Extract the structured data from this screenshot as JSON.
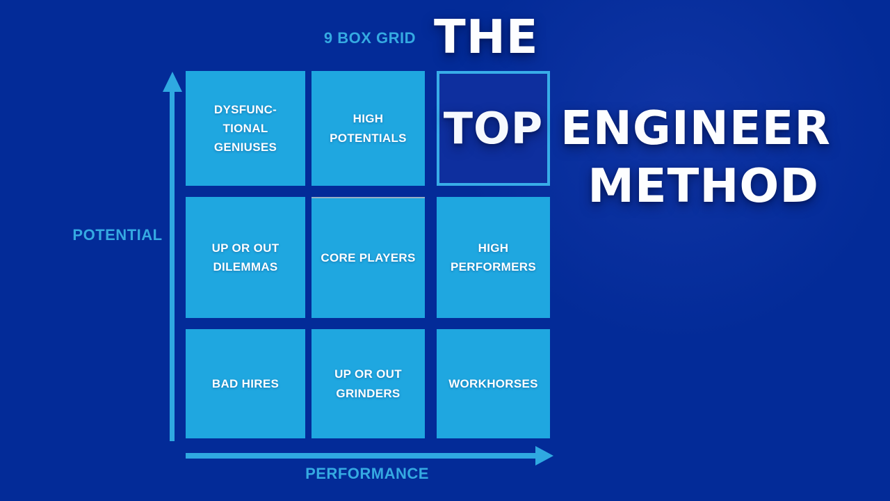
{
  "colors": {
    "background": "#032b98",
    "box_blue": "#1fa7e0",
    "accent_blue": "#2fa9e1",
    "highlight_cell_fill": "#0e2f9e",
    "highlight_cell_border": "#38ade8",
    "title_white": "#fdfeff"
  },
  "grid_label": "9 BOX GRID",
  "title": {
    "full": "THE TOP ENGINEER METHOD",
    "words": [
      "THE",
      "TOP",
      "ENGINEER",
      "METHOD"
    ]
  },
  "axes": {
    "y": "POTENTIAL",
    "x": "PERFORMANCE"
  },
  "grid": {
    "rows": 3,
    "cols": 3,
    "cells": [
      {
        "row": 1,
        "col": 1,
        "label": "DYSFUNC-\nTIONAL\nGENIUSES"
      },
      {
        "row": 1,
        "col": 2,
        "label": "HIGH\nPOTENTIALS"
      },
      {
        "row": 1,
        "col": 3,
        "label": "",
        "style": "highlighted-dark-cell-containing-title-word-TOP"
      },
      {
        "row": 2,
        "col": 1,
        "label": "UP OR OUT\nDILEMMAS"
      },
      {
        "row": 2,
        "col": 2,
        "label": "CORE PLAYERS"
      },
      {
        "row": 2,
        "col": 3,
        "label": "HIGH\nPERFORMERS"
      },
      {
        "row": 3,
        "col": 1,
        "label": "BAD HIRES"
      },
      {
        "row": 3,
        "col": 2,
        "label": "UP OR OUT\nGRINDERS"
      },
      {
        "row": 3,
        "col": 3,
        "label": "WORKHORSES"
      }
    ]
  }
}
